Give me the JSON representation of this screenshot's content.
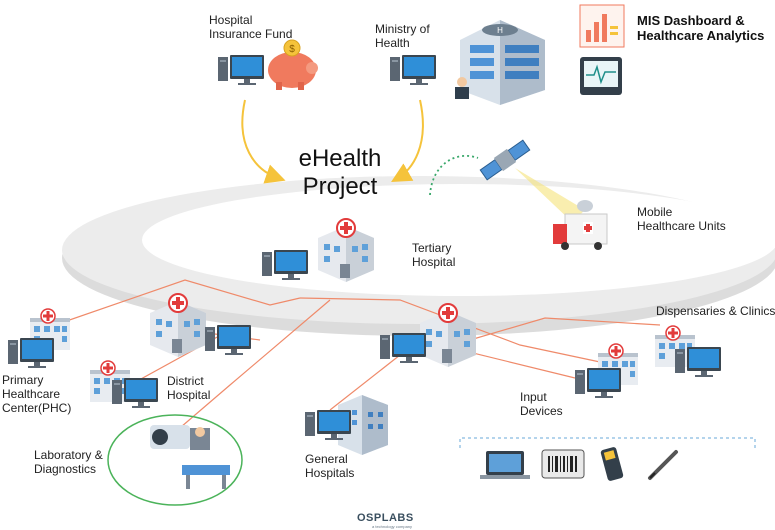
{
  "title": {
    "line1": "eHealth",
    "line2": "Project"
  },
  "nodes": {
    "insurance": {
      "line1": "Hospital",
      "line2": "Insurance Fund"
    },
    "ministry": {
      "line1": "Ministry of",
      "line2": "Health"
    },
    "mis": {
      "line1": "MIS Dashboard &",
      "line2": "Healthcare Analytics"
    },
    "mobile": {
      "line1": "Mobile",
      "line2": "Healthcare Units"
    },
    "tertiary": {
      "line1": "Tertiary",
      "line2": "Hospital"
    },
    "dispensaries": {
      "label": "Dispensaries & Clinics"
    },
    "phc": {
      "line1": "Primary",
      "line2": "Healthcare",
      "line3": "Center(PHC)"
    },
    "district": {
      "line1": "District",
      "line2": "Hospital"
    },
    "laboratory": {
      "line1": "Laboratory &",
      "line2": "Diagnostics"
    },
    "general": {
      "line1": "General",
      "line2": "Hospitals"
    },
    "input": {
      "line1": "Input",
      "line2": "Devices"
    }
  },
  "brand": {
    "name": "OSPLABS",
    "tagline": "a technology company"
  },
  "colors": {
    "arrow": "#f5c33b",
    "network_line": "#ef8a6a",
    "ellipse": "#e6e6e6",
    "monitor": "#2f8fd8",
    "hospital_cross": "#e23b3b",
    "lab_circle": "#4bb35a",
    "dashed_line": "#6aa9d8",
    "satellite_dots": "#3aa86b"
  },
  "icons": [
    "computer-icon",
    "piggy-bank-icon",
    "hospital-building-icon",
    "satellite-icon",
    "ambulance-icon",
    "dashboard-chart-icon",
    "heart-monitor-icon",
    "laptop-icon",
    "barcode-scanner-icon",
    "handheld-scanner-icon",
    "stylus-pen-icon"
  ]
}
